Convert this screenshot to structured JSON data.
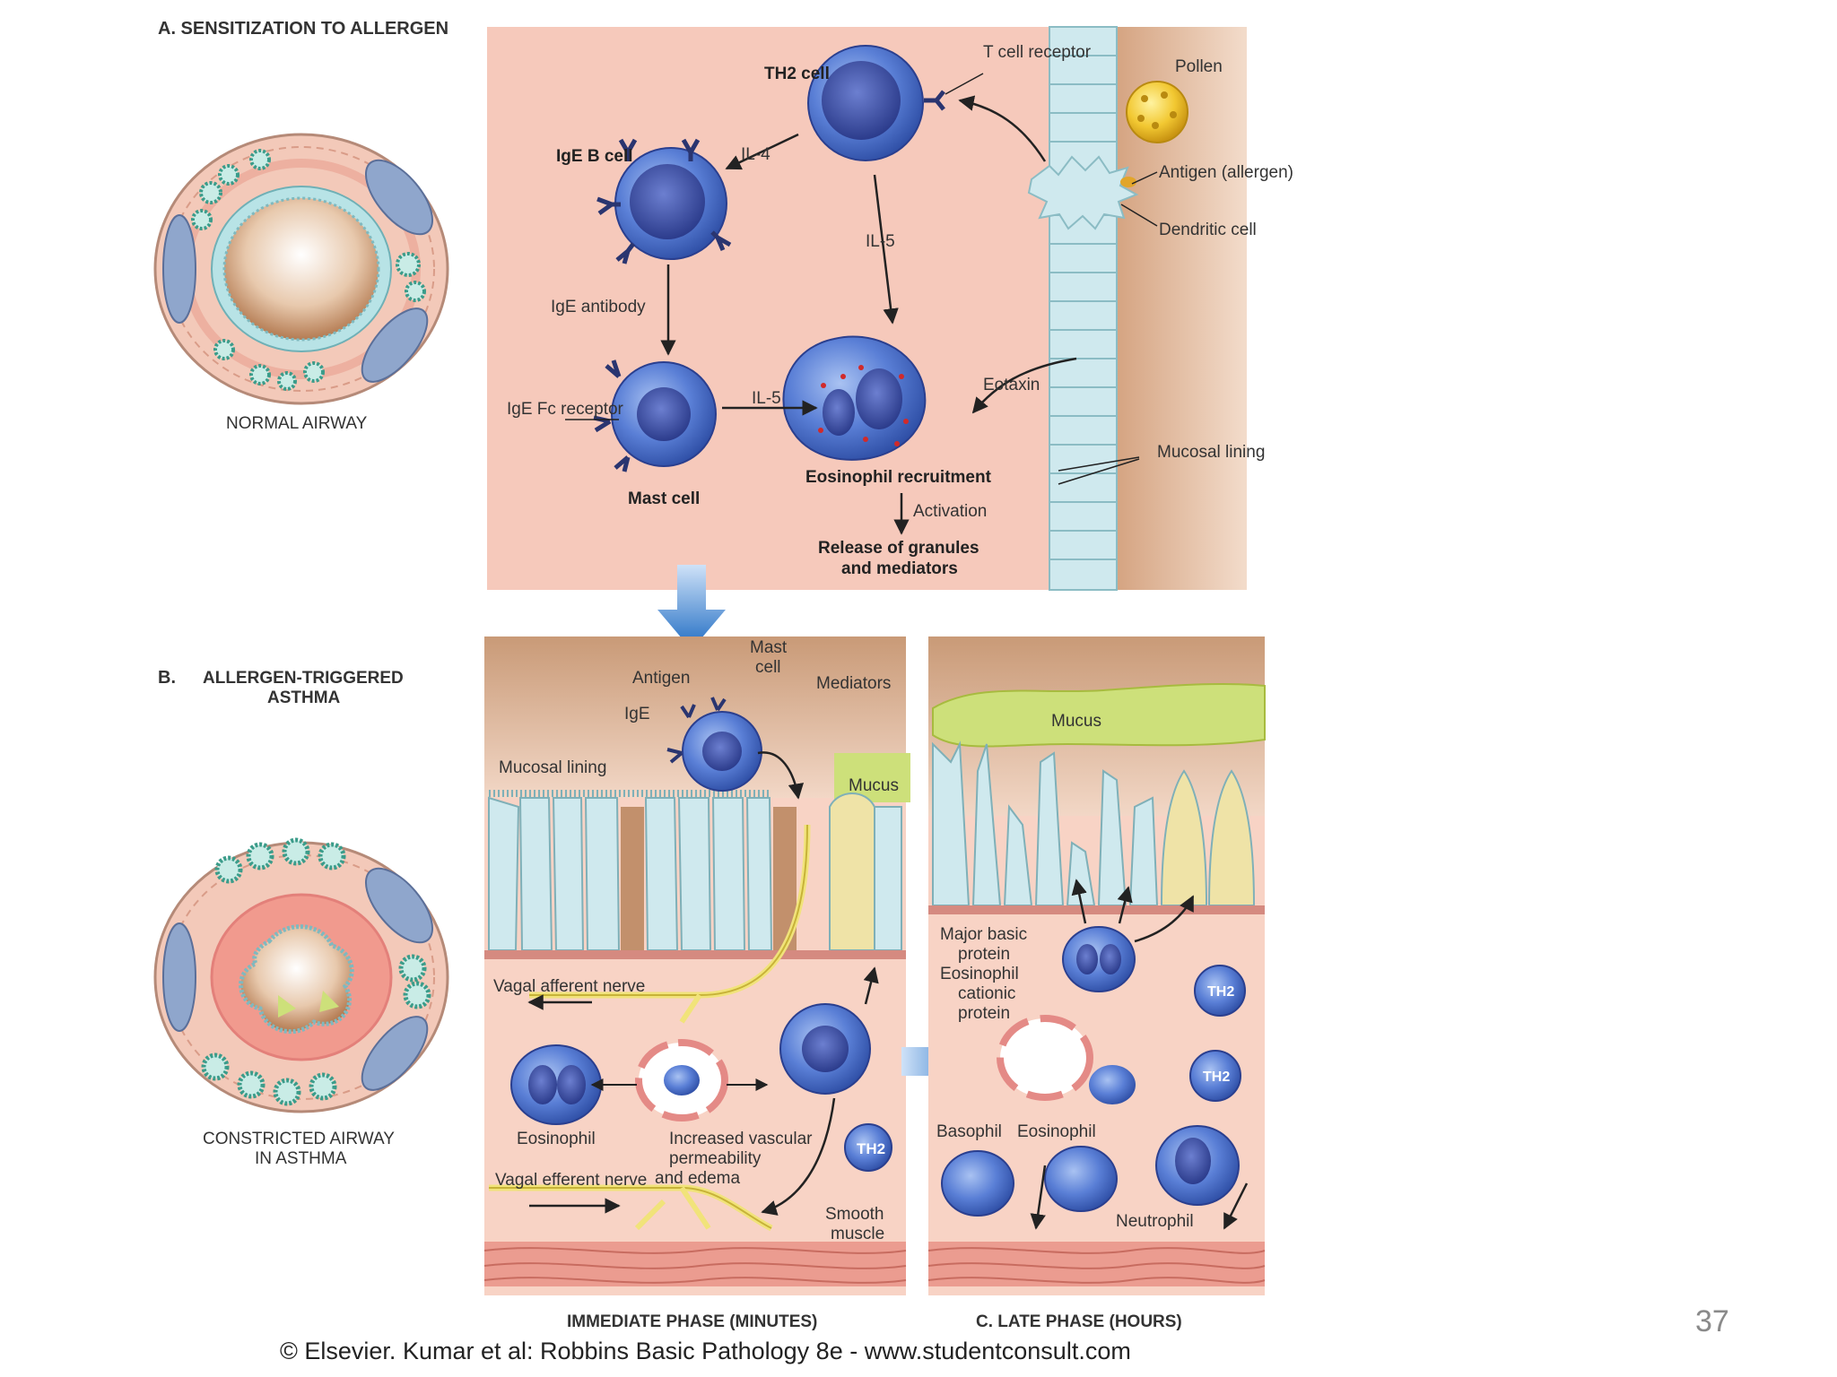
{
  "section_a": {
    "heading": "A. SENSITIZATION TO ALLERGEN",
    "normal_airway": "NORMAL AIRWAY",
    "th2_cell": "TH2 cell",
    "t_cell_receptor": "T cell receptor",
    "pollen": "Pollen",
    "antigen_allergen": "Antigen (allergen)",
    "dendritic_cell": "Dendritic cell",
    "ige_b_cell": "IgE B cell",
    "il4": "IL-4",
    "il5_vertical": "IL-5",
    "ige_antibody": "IgE antibody",
    "ige_fc_receptor": "IgE Fc receptor",
    "il5_horizontal": "IL-5",
    "mast_cell": "Mast cell",
    "eotaxin": "Eotaxin",
    "mucosal_lining": "Mucosal lining",
    "eosinophil_recruitment": "Eosinophil recruitment",
    "activation": "Activation",
    "release_line1": "Release of granules",
    "release_line2": "and mediators"
  },
  "section_b": {
    "heading_letter": "B.",
    "heading_line1": "ALLERGEN-TRIGGERED",
    "heading_line2": "ASTHMA",
    "constricted_line1": "CONSTRICTED AIRWAY",
    "constricted_line2": "IN ASTHMA",
    "antigen": "Antigen",
    "mast_cell_line1": "Mast",
    "mast_cell_line2": "cell",
    "mediators": "Mediators",
    "ige": "IgE",
    "mucosal_lining": "Mucosal lining",
    "mucus": "Mucus",
    "vagal_afferent": "Vagal afferent nerve",
    "eosinophil": "Eosinophil",
    "vascular_line1": "Increased vascular",
    "vascular_line2": "permeability",
    "vascular_line3": "and edema",
    "vagal_efferent": "Vagal efferent nerve",
    "th2": "TH2",
    "smooth_line1": "Smooth",
    "smooth_line2": "muscle",
    "phase_label": "IMMEDIATE PHASE (MINUTES)"
  },
  "section_c": {
    "mucus": "Mucus",
    "mbp_line1": "Major basic",
    "mbp_line2": "protein",
    "mbp_line3": "Eosinophil",
    "mbp_line4": "cationic",
    "mbp_line5": "protein",
    "th2_a": "TH2",
    "th2_b": "TH2",
    "basophil": "Basophil",
    "eosinophil": "Eosinophil",
    "neutrophil": "Neutrophil",
    "phase_label": "C. LATE PHASE (HOURS)"
  },
  "footer": {
    "page_number": "37",
    "credit": "© Elsevier. Kumar et al: Robbins Basic Pathology 8e - www.studentconsult.com"
  },
  "colors": {
    "panel_bg": "#f6c9bb",
    "lumen": "#c9926a",
    "epithelium": "#cfe9ee",
    "cell_blue": "#4a6fc9",
    "mucus": "#cde07a",
    "arrow_blue": "#2f7fd0"
  }
}
